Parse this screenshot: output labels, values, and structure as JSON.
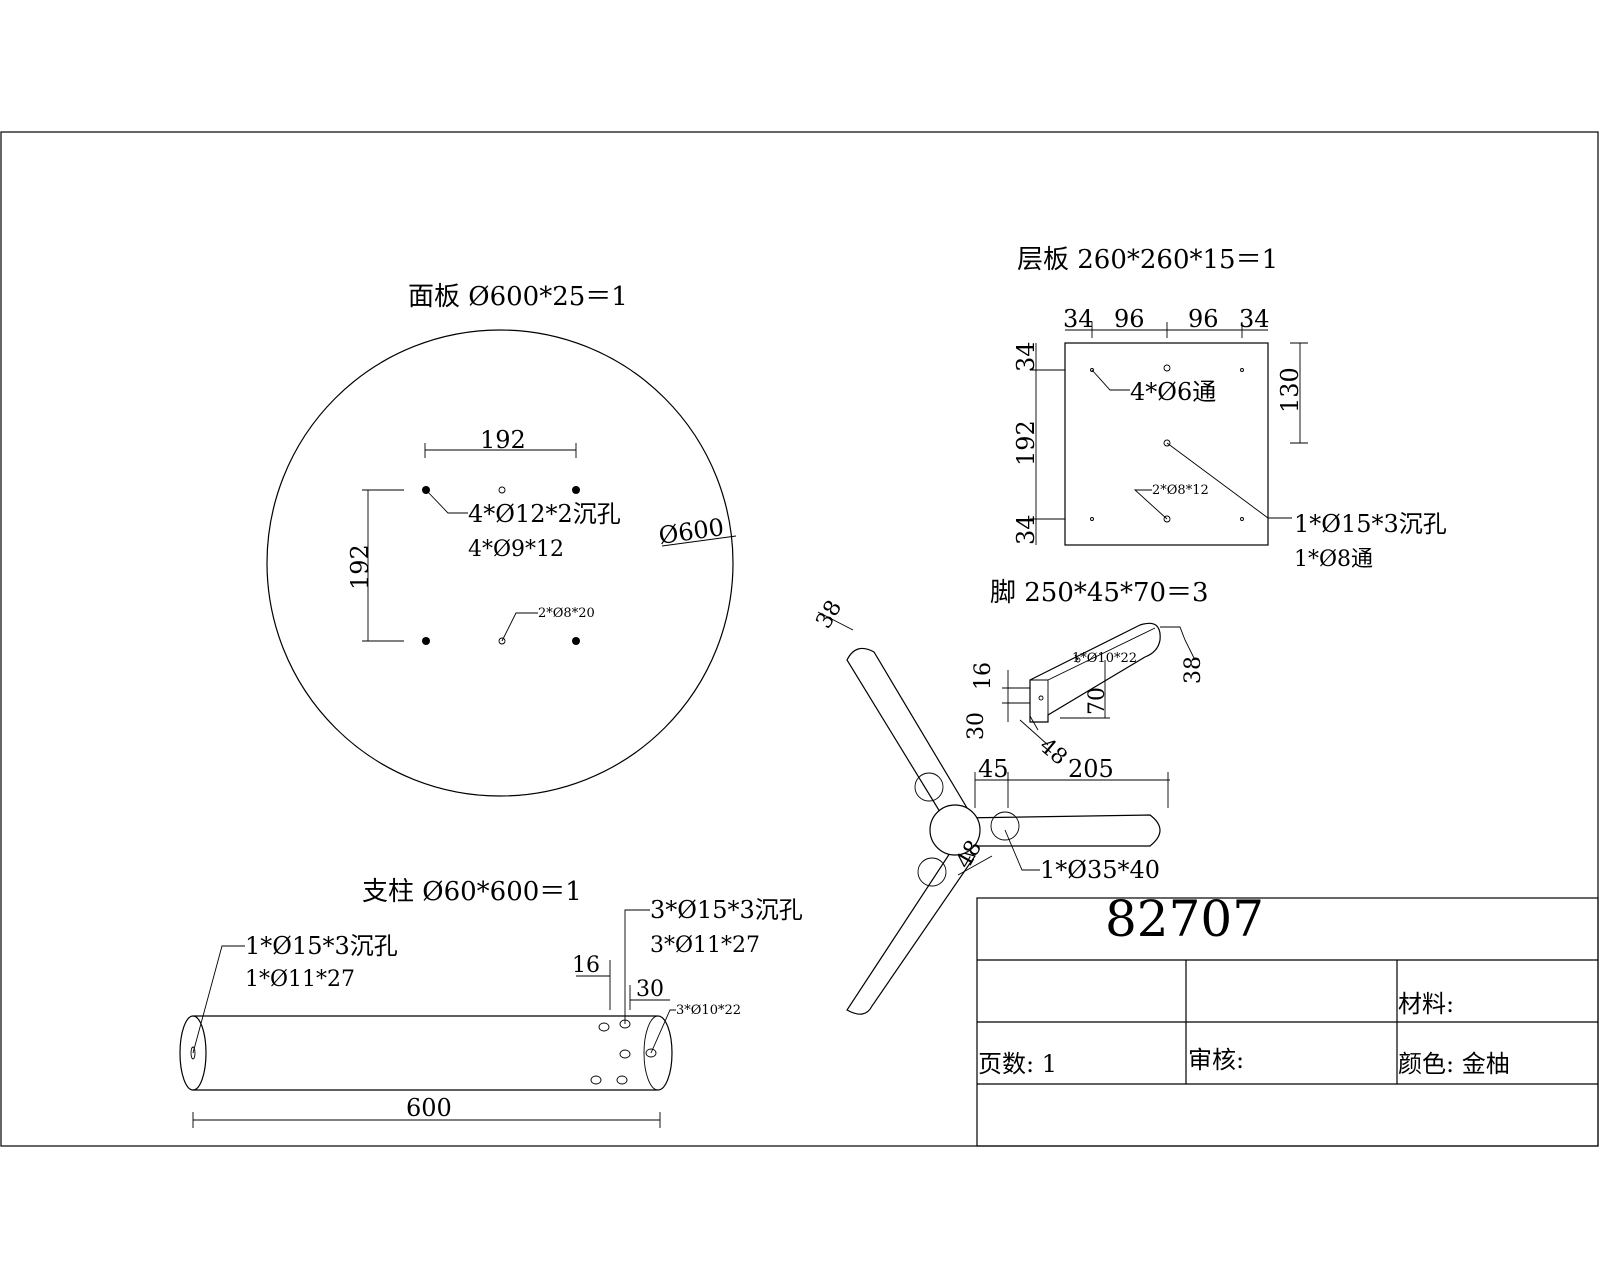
{
  "panel": {
    "title": "面板  Ø600*25＝1",
    "dim_h": "192",
    "dim_v": "192",
    "hole_label_1": "4*Ø12*2沉孔",
    "hole_label_2": "4*Ø9*12",
    "small_label": "2*Ø8*20",
    "diameter": "Ø600"
  },
  "shelf": {
    "title": "层板  260*260*15＝1",
    "dim_top": [
      "34",
      "96",
      "96",
      "34"
    ],
    "dim_left_top": "34",
    "dim_left_mid": "192",
    "dim_left_bot": "34",
    "dim_right": "130",
    "hole_label": "4*Ø6通",
    "small_label": "2*Ø8*12",
    "center_label_1": "1*Ø15*3沉孔",
    "center_label_2": "1*Ø8通"
  },
  "leg": {
    "title": "脚  250*45*70＝3",
    "small_label": "1*Ø10*22",
    "dim_16": "16",
    "dim_30": "30",
    "dim_70": "70",
    "dim_48": "48",
    "dim_38": "38"
  },
  "base": {
    "dim_38": "38",
    "dim_45": "45",
    "dim_205": "205",
    "dim_48": "48",
    "hub_label": "1*Ø35*40"
  },
  "post": {
    "title": "支柱  Ø60*600＝1",
    "left_label_1": "1*Ø15*3沉孔",
    "left_label_2": "1*Ø11*27",
    "right_label_1": "3*Ø15*3沉孔",
    "right_label_2": "3*Ø11*27",
    "small_label": "3*Ø10*22",
    "dim_16": "16",
    "dim_30": "30",
    "dim_length": "600"
  },
  "title_block": {
    "number": "82707",
    "material_label": "材料:",
    "pages_label": "页数: 1",
    "review_label": "审核:",
    "color_label": "颜色:  金柚"
  }
}
